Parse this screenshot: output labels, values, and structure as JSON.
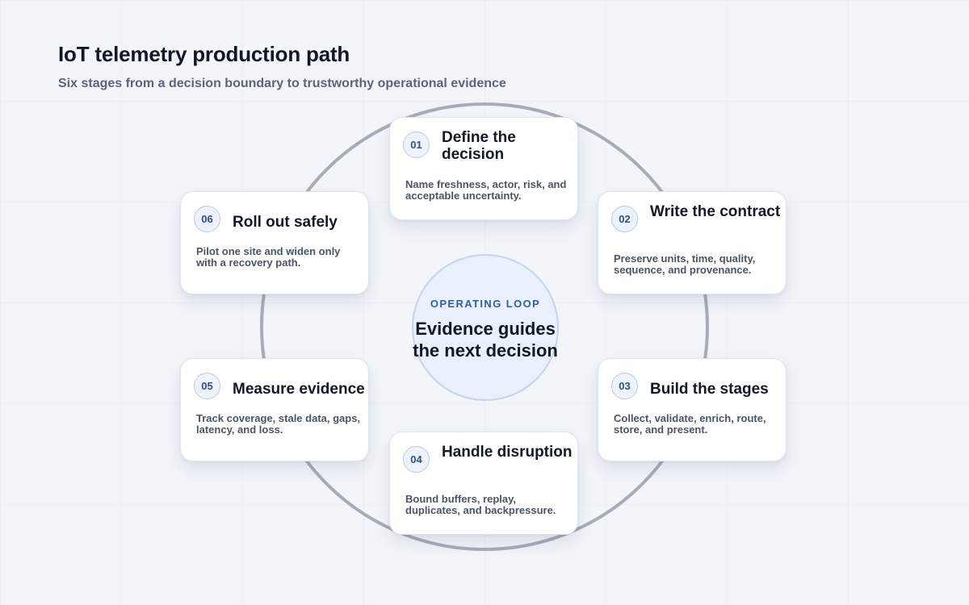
{
  "header": {
    "title": "IoT telemetry production path",
    "subtitle": "Six stages from a decision boundary to trustworthy operational evidence"
  },
  "hub": {
    "eyebrow": "OPERATING LOOP",
    "message": "Evidence guides the next decision"
  },
  "stages": [
    {
      "number": "01",
      "title": "Define the decision",
      "description": "Name freshness, actor, risk, and acceptable uncertainty."
    },
    {
      "number": "02",
      "title": "Write the contract",
      "description": "Preserve units, time, quality, sequence, and provenance."
    },
    {
      "number": "03",
      "title": "Build the stages",
      "description": "Collect, validate, enrich, route, store, and present."
    },
    {
      "number": "04",
      "title": "Handle disruption",
      "description": "Bound buffers, replay, duplicates, and backpressure."
    },
    {
      "number": "05",
      "title": "Measure evidence",
      "description": "Track coverage, stale data, gaps, latency, and loss."
    },
    {
      "number": "06",
      "title": "Roll out safely",
      "description": "Pilot one site and widen only with a recovery path."
    }
  ],
  "colors": {
    "ring": "#a7adb8",
    "accent": "#2f5da8",
    "hub_fill": "#eaf1fc"
  }
}
